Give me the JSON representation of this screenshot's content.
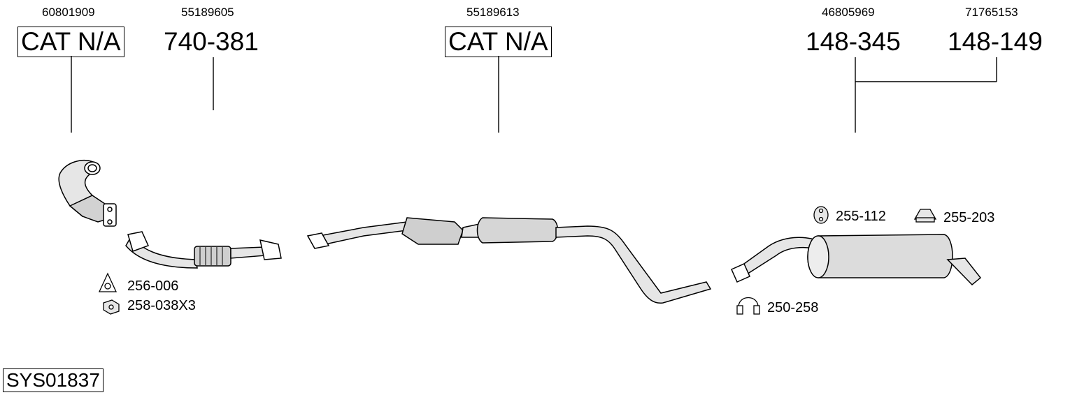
{
  "oem_numbers": [
    "60801909",
    "55189605",
    "55189613",
    "46805969",
    "71765153"
  ],
  "part_numbers": [
    "CAT N/A",
    "740-381",
    "CAT N/A",
    "148-345",
    "148-149"
  ],
  "accessories": [
    "256-006",
    "258-038X3",
    "255-112",
    "255-203",
    "250-258"
  ],
  "system_id": "SYS01837"
}
